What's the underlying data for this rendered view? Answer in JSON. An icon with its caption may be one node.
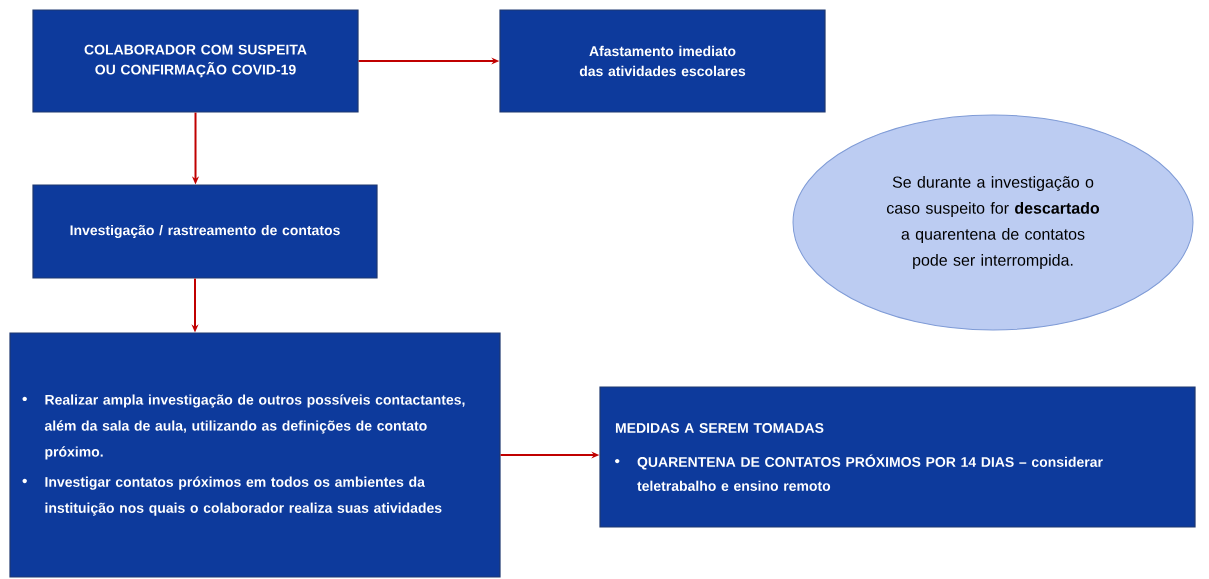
{
  "diagram": {
    "nodes": [
      {
        "text": [
          "COLABORADOR COM SUSPEITA OU CONFIRMAÇÃO COVID-19"
        ]
      },
      {
        "text": [
          "Afastamento imediato das atividades escolares"
        ]
      },
      {
        "text": [
          "Investigação / rastreamento de contatos"
        ]
      },
      {
        "text": [
          "Realizar ampla investigação de outros possíveis contactantes, além da sala de aula, utilizando as definições de contato próximo.",
          "Investigar contatos próximos em todos os ambientes da instituição nos quais o colaborador realiza suas atividades"
        ]
      },
      {
        "text": [
          "MEDIDAS A SEREM TOMADAS",
          "QUARENTENA DE CONTATOS PRÓXIMOS POR 14 DIAS – considerar teletrabalho e ensino remoto"
        ]
      },
      {
        "text": [
          "Se durante a investigação o caso suspeito for **descartado** a quarentena de contatos pode ser interrompida."
        ]
      }
    ],
    "edges": [
      {
        "from": 0,
        "to": 1,
        "arrow": "to"
      },
      {
        "from": 0,
        "to": 2,
        "arrow": "to"
      },
      {
        "from": 2,
        "to": 3,
        "arrow": "to"
      },
      {
        "from": 3,
        "to": 4,
        "arrow": "to"
      }
    ]
  }
}
